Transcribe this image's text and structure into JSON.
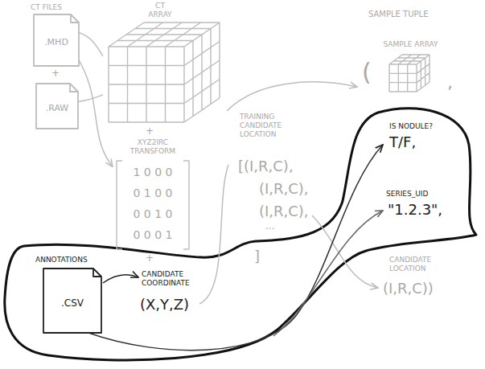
{
  "diagram": {
    "nodes": [
      {
        "text": [
          ".MHD"
        ]
      },
      {
        "text": [
          ".RAW"
        ]
      },
      {
        "text": [
          "CT ARRAY"
        ]
      },
      {
        "text": [
          "XYZ2IRC TRANSFORM",
          "1 0 0 0",
          "0 1 0 0",
          "0 0 1 0",
          "0 0 0 1"
        ]
      },
      {
        "text": [
          "ANNOTATIONS",
          ".CSV"
        ]
      },
      {
        "text": [
          "SAMPLE ARRAY"
        ]
      }
    ],
    "edges": [
      {
        "from": 0,
        "to": 2,
        "arrow": "none"
      },
      {
        "from": 1,
        "to": 2,
        "arrow": "none"
      },
      {
        "from": 0,
        "to": 3,
        "arrow": "to"
      }
    ],
    "labels": [
      "CT FILES",
      "+",
      "+",
      "+",
      "TRAINING CANDIDATE LOCATION",
      "[(I,R,C),",
      "(I,R,C),",
      "(I,R,C),",
      "...",
      "]",
      "SAMPLE TUPLE",
      "(",
      ",",
      "IS NODULE?",
      "T/F,",
      "SERIES_UID",
      "\"1.2.3\",",
      "CANDIDATE LOCATION",
      "(I,R,C))",
      "CANDIDATE COORDINATE",
      "(X,Y,Z)"
    ]
  }
}
